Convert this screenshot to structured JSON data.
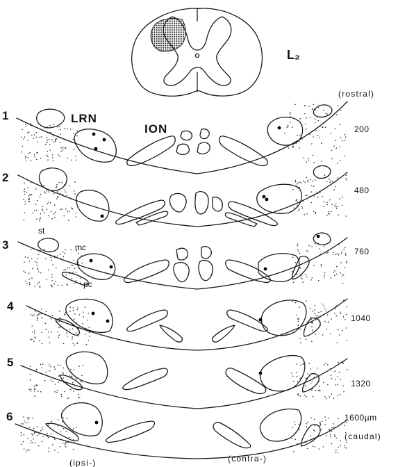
{
  "spinal_cord": {
    "label": "L₂"
  },
  "orientation": {
    "rostral": "(rostral)",
    "caudal": "(caudal)",
    "ipsi": "(ipsi-)",
    "contra": "(contra-)"
  },
  "labels": {
    "lrn": "LRN",
    "ion": "ION",
    "st": "st",
    "mc": "mc",
    "pc": "pc"
  },
  "sections": [
    {
      "number": "1",
      "depth": "200"
    },
    {
      "number": "2",
      "depth": "480"
    },
    {
      "number": "3",
      "depth": "760"
    },
    {
      "number": "4",
      "depth": "1040"
    },
    {
      "number": "5",
      "depth": "1320"
    },
    {
      "number": "6",
      "depth": "1600µm"
    }
  ],
  "colors": {
    "ink": "#1a1a1a",
    "background": "#ffffff"
  }
}
